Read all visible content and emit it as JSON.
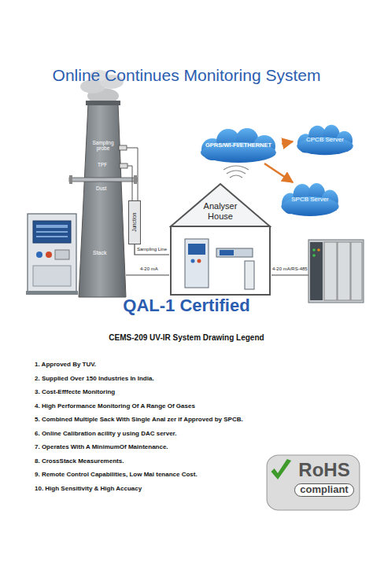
{
  "diagram": {
    "title": "Online Continues Monitoring System",
    "nodes": [
      {
        "text": [
          "GPRS/WI-FI/ETHERNET"
        ]
      },
      {
        "text": [
          "CPCB Server"
        ]
      },
      {
        "text": [
          "SPCB Server"
        ]
      },
      {
        "text": [
          "Analyser House"
        ]
      },
      {
        "text": [
          "Junction"
        ]
      },
      {
        "text": [
          "RoHS",
          "compliant"
        ]
      }
    ],
    "edges": [
      {
        "from": 0,
        "to": 1,
        "arrow": "to"
      },
      {
        "from": 0,
        "to": 2,
        "arrow": "to"
      },
      {
        "from": 4,
        "to": 3,
        "arrow": "none",
        "label": "Sampling Line"
      }
    ],
    "labels": [
      "Sampling probe",
      "TPF",
      "Dust",
      "Stack",
      "4-20 mA",
      "4-20 mA/RS-485",
      "QAL-1 Certified",
      "CEMS-209 UV-IR System Drawing Legend",
      "1. Approved By TUV.",
      "2. Supplied Over 150 Industries In India.",
      "3. Cost-Efffecte Monitoring",
      "4. High Performance Monitoring Of A Range Of Gases",
      "5. Combined Multiple Sack With Single Anal zer if Approved by SPCB.",
      "6. Online Calibration acility y using DAC server.",
      "7. Operates With A MinimumOf Maintenance.",
      "8. CrossStack Measurements.",
      "9. Remote Control Capabilities, Low Mai tenance Cost.",
      "10. High Sensitivity & High Accuacy"
    ]
  }
}
